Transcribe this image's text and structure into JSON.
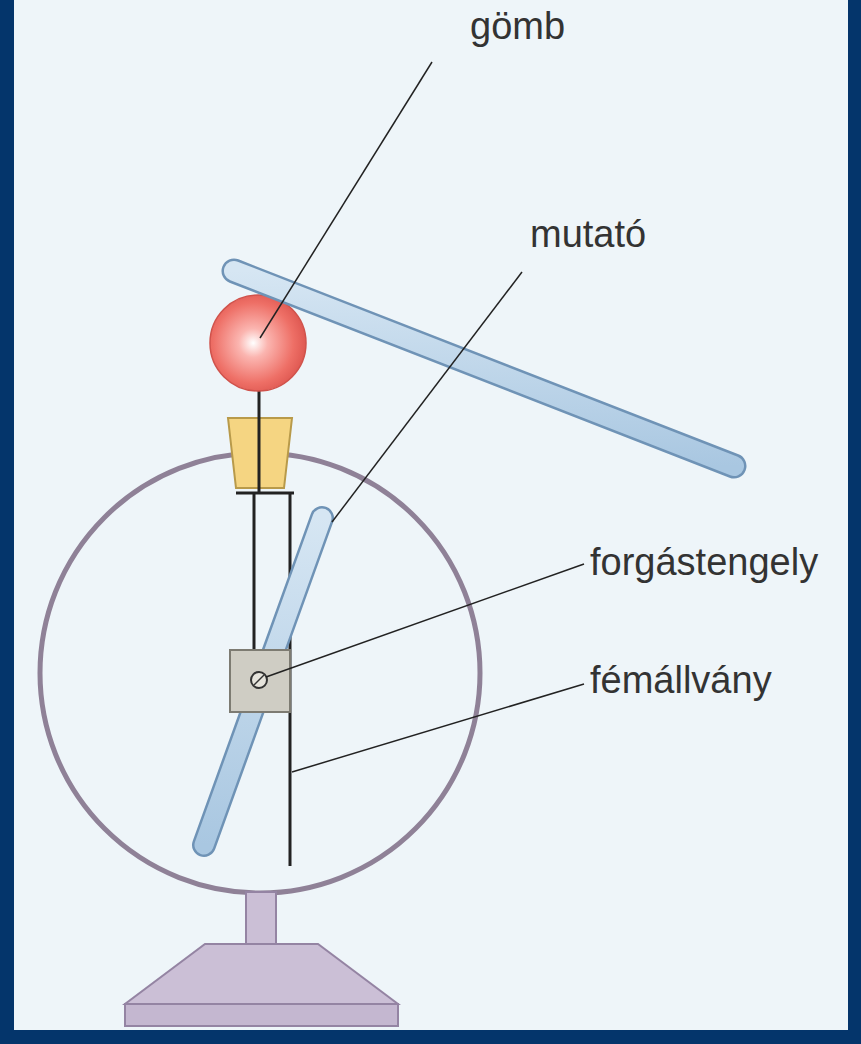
{
  "diagram": {
    "labels": [
      "gömb",
      "mutató",
      "forgástengely",
      "fémállvány"
    ]
  }
}
